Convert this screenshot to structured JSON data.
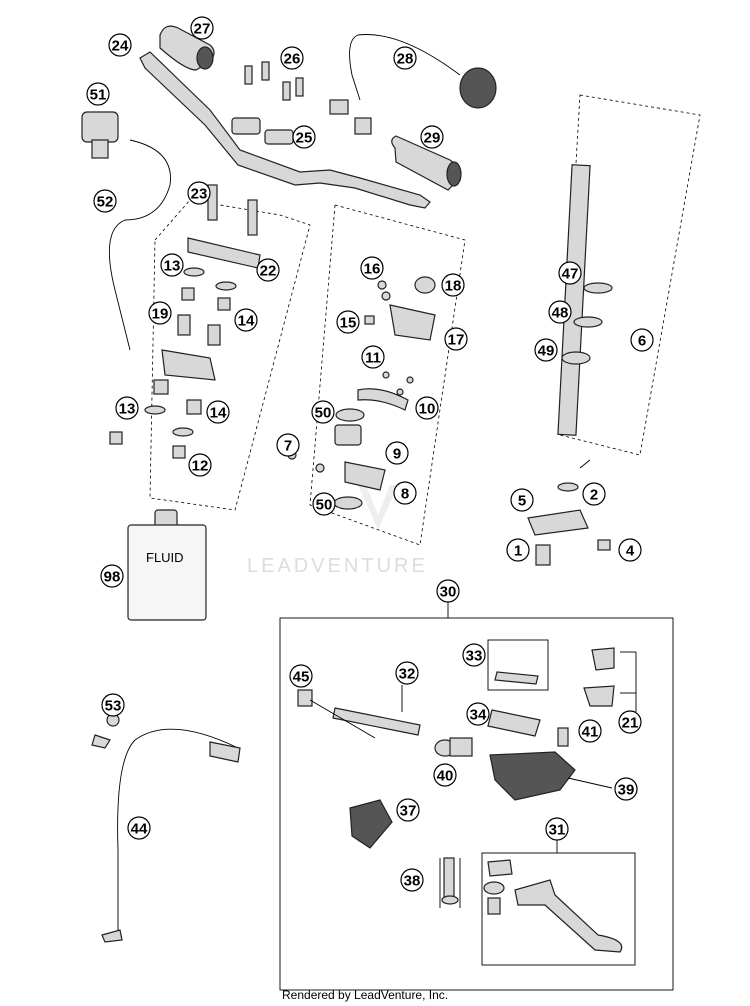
{
  "watermark": "LEADVENTURE",
  "footer": "Rendered by LeadVenture, Inc.",
  "fluid_label": "FLUID",
  "callouts": {
    "c1": "1",
    "c2": "2",
    "c4": "4",
    "c5": "5",
    "c6": "6",
    "c7": "7",
    "c8": "8",
    "c9": "9",
    "c10": "10",
    "c11": "11",
    "c12": "12",
    "c13a": "13",
    "c13b": "13",
    "c14a": "14",
    "c14b": "14",
    "c15": "15",
    "c16": "16",
    "c17": "17",
    "c18": "18",
    "c19": "19",
    "c21": "21",
    "c22": "22",
    "c23": "23",
    "c24": "24",
    "c25": "25",
    "c26": "26",
    "c27": "27",
    "c28": "28",
    "c29": "29",
    "c30": "30",
    "c31": "31",
    "c32": "32",
    "c33": "33",
    "c34": "34",
    "c37": "37",
    "c38": "38",
    "c39": "39",
    "c40": "40",
    "c41": "41",
    "c44": "44",
    "c45": "45",
    "c47": "47",
    "c48": "48",
    "c49": "49",
    "c50a": "50",
    "c50b": "50",
    "c51": "51",
    "c52": "52",
    "c53": "53",
    "c98": "98"
  }
}
